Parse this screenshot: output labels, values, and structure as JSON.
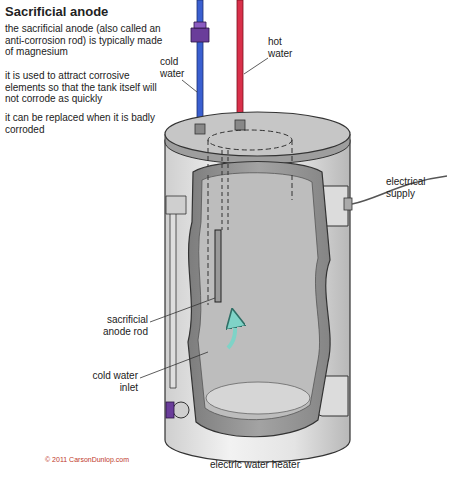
{
  "diagram": {
    "title": "Sacrificial anode",
    "caption": "electric water heater",
    "labels": [
      "the sacrificial anode (also called an anti-corrosion rod) is typically made of magnesium",
      "it is used to attract corrosive elements so that the tank itself will not corrode as quickly",
      "it can be replaced when it is badly corroded",
      "cold water",
      "hot water",
      "electrical supply",
      "sacrificial anode rod",
      "cold water inlet",
      "© 2011 CarsonDunlop.com"
    ]
  }
}
